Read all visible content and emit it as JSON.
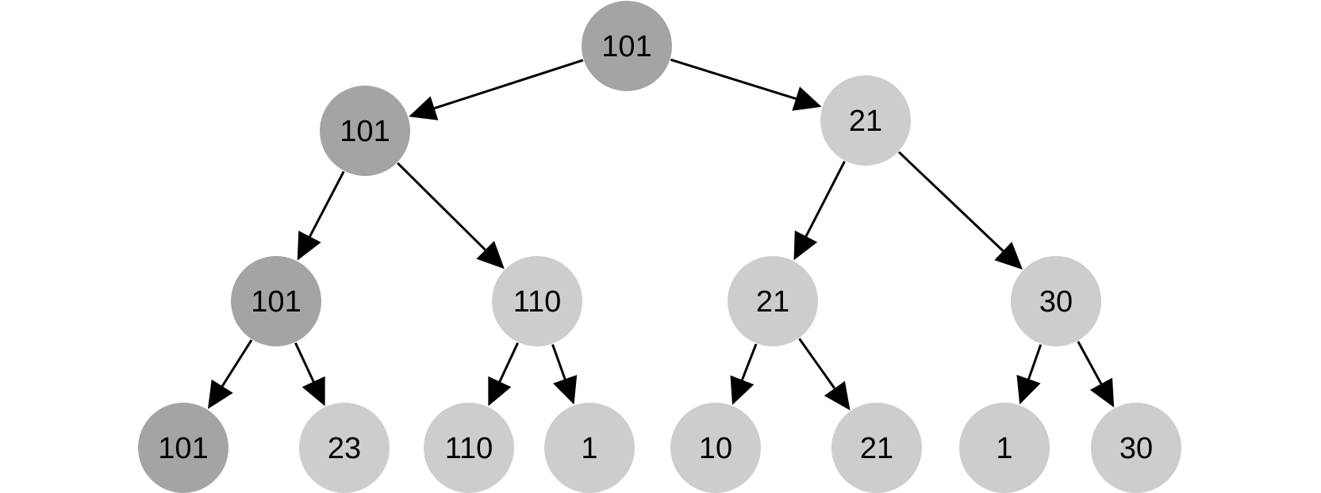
{
  "colors": {
    "highlight_node": "#a4a4a4",
    "normal_node": "#cdcdcd",
    "edge": "#000000",
    "text": "#000000",
    "background": "#ffffff"
  },
  "tree": {
    "nodes": [
      {
        "id": "n0",
        "label": "101",
        "level": 0,
        "highlighted": true
      },
      {
        "id": "n1",
        "label": "101",
        "level": 1,
        "highlighted": true
      },
      {
        "id": "n2",
        "label": "21",
        "level": 1,
        "highlighted": false
      },
      {
        "id": "n3",
        "label": "101",
        "level": 2,
        "highlighted": true
      },
      {
        "id": "n4",
        "label": "110",
        "level": 2,
        "highlighted": false
      },
      {
        "id": "n5",
        "label": "21",
        "level": 2,
        "highlighted": false
      },
      {
        "id": "n6",
        "label": "30",
        "level": 2,
        "highlighted": false
      },
      {
        "id": "n7",
        "label": "101",
        "level": 3,
        "highlighted": true
      },
      {
        "id": "n8",
        "label": "23",
        "level": 3,
        "highlighted": false
      },
      {
        "id": "n9",
        "label": "110",
        "level": 3,
        "highlighted": false
      },
      {
        "id": "n10",
        "label": "1",
        "level": 3,
        "highlighted": false
      },
      {
        "id": "n11",
        "label": "10",
        "level": 3,
        "highlighted": false
      },
      {
        "id": "n12",
        "label": "21",
        "level": 3,
        "highlighted": false
      },
      {
        "id": "n13",
        "label": "1",
        "level": 3,
        "highlighted": false
      },
      {
        "id": "n14",
        "label": "30",
        "level": 3,
        "highlighted": false
      }
    ],
    "edges": [
      {
        "from": "n0",
        "to": "n1"
      },
      {
        "from": "n0",
        "to": "n2"
      },
      {
        "from": "n1",
        "to": "n3"
      },
      {
        "from": "n1",
        "to": "n4"
      },
      {
        "from": "n2",
        "to": "n5"
      },
      {
        "from": "n2",
        "to": "n6"
      },
      {
        "from": "n3",
        "to": "n7"
      },
      {
        "from": "n3",
        "to": "n8"
      },
      {
        "from": "n4",
        "to": "n9"
      },
      {
        "from": "n4",
        "to": "n10"
      },
      {
        "from": "n5",
        "to": "n11"
      },
      {
        "from": "n5",
        "to": "n12"
      },
      {
        "from": "n6",
        "to": "n13"
      },
      {
        "from": "n6",
        "to": "n14"
      }
    ]
  }
}
